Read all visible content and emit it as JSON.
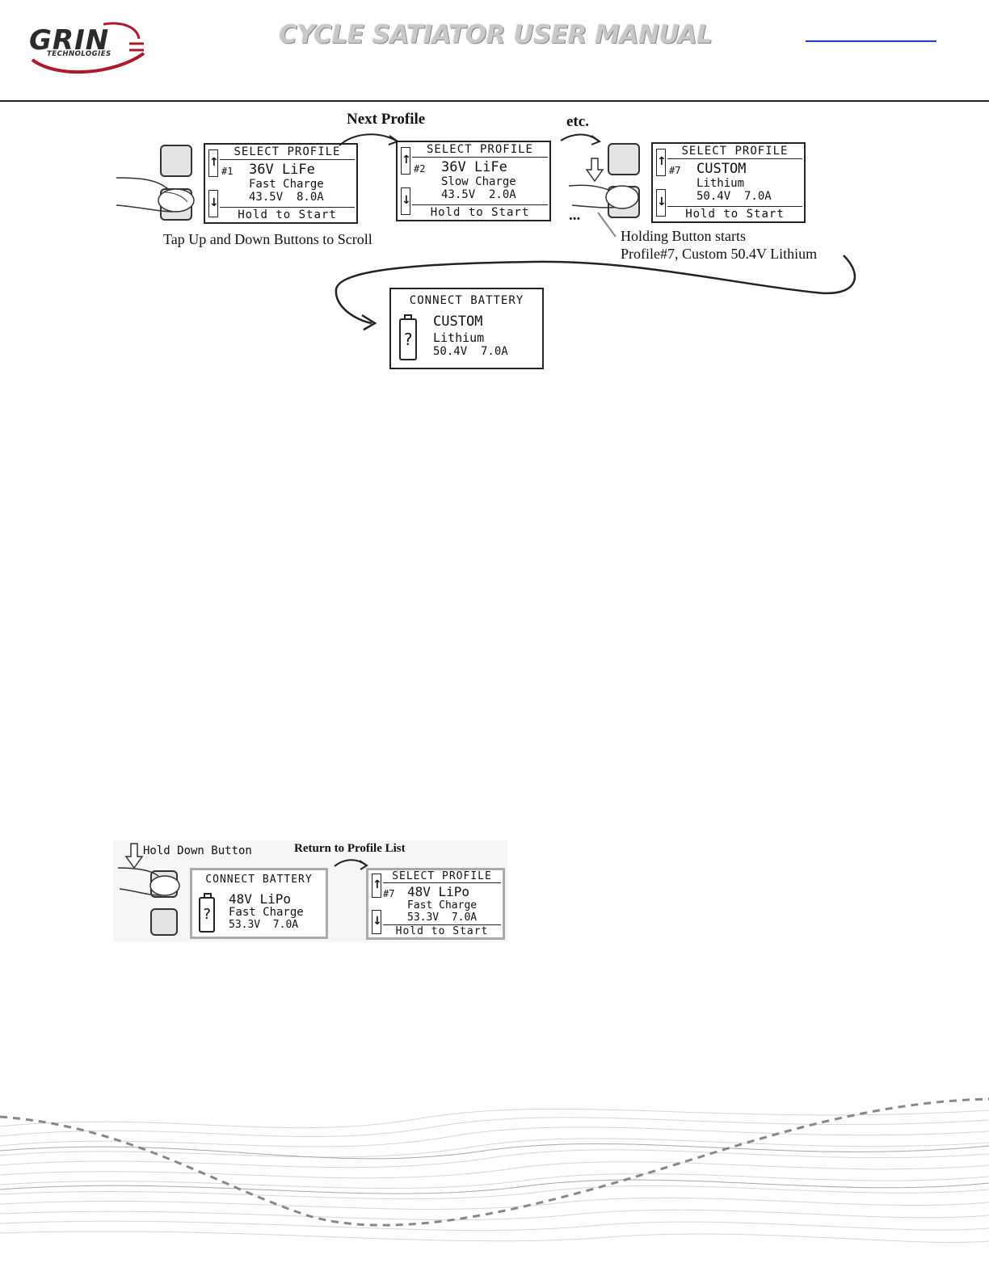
{
  "header": {
    "logo_text": "GRIN",
    "logo_subtext": "TECHNOLOGIES",
    "title": "CYCLE SATIATOR USER MANUAL"
  },
  "figure1": {
    "next_profile_label": "Next Profile",
    "etc_label": "etc.",
    "scroll_caption": "Tap Up and Down Buttons to Scroll",
    "hold_caption_line1": "Holding Button starts",
    "hold_caption_line2": "Profile#7, Custom 50.4V Lithium",
    "ellipsis": "...",
    "screens": [
      {
        "header": "SELECT PROFILE",
        "number": "#1",
        "name": "36V LiFe",
        "mode": "Fast Charge",
        "values": "43.5V  8.0A",
        "footer": "Hold to Start"
      },
      {
        "header": "SELECT PROFILE",
        "number": "#2",
        "name": "36V LiFe",
        "mode": "Slow Charge",
        "values": "43.5V  2.0A",
        "footer": "Hold to Start"
      },
      {
        "header": "SELECT PROFILE",
        "number": "#7",
        "name": "CUSTOM",
        "mode": "Lithium",
        "values": "50.4V  7.0A",
        "footer": "Hold to Start"
      }
    ],
    "connect_screen": {
      "header": "CONNECT BATTERY",
      "name": "CUSTOM",
      "mode": "Lithium",
      "values": "50.4V  7.0A",
      "battery_glyph": "?"
    },
    "arrow_up": "↑",
    "arrow_down": "↓"
  },
  "figure2": {
    "hold_label": "Hold Down Button",
    "return_label": "Return to Profile List",
    "connect_screen": {
      "header": "CONNECT BATTERY",
      "name": "48V LiPo",
      "mode": "Fast Charge",
      "values": "53.3V  7.0A",
      "battery_glyph": "?"
    },
    "profile_screen": {
      "header": "SELECT PROFILE",
      "number": "#7",
      "name": "48V LiPo",
      "mode": "Fast Charge",
      "values": "53.3V  7.0A",
      "footer": "Hold to Start"
    }
  },
  "colors": {
    "logo_red": "#b0182a",
    "link_blue": "#1a3cc8",
    "title_grey": "#c8c8c8"
  }
}
